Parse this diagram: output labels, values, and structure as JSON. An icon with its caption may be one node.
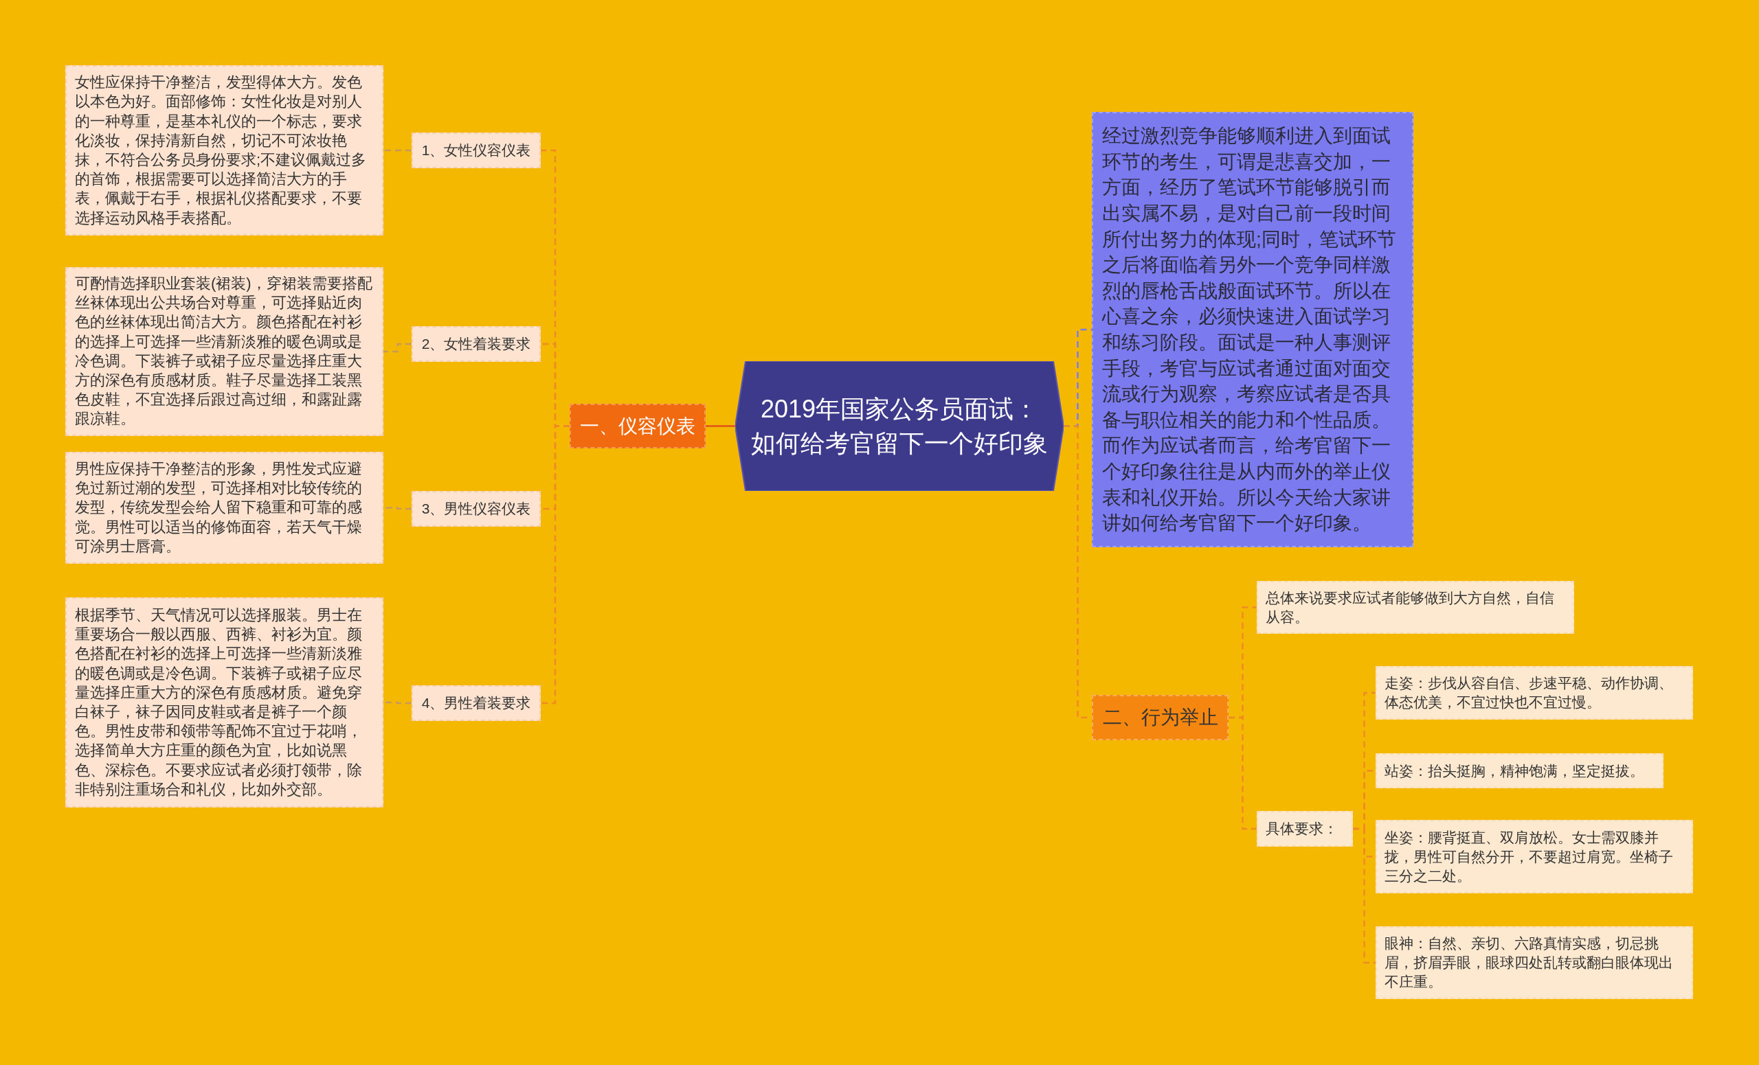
{
  "diagram": {
    "nodes": [
      {
        "text": [
          "2019年国家公务员面试：如何给考官留下一个好印象"
        ]
      },
      {
        "text": [
          "一、仪容仪表"
        ]
      },
      {
        "text": [
          "1、女性仪容仪表"
        ]
      },
      {
        "text": [
          "女性应保持干净整洁，发型得体大方。发色以本色为好。面部修饰：女性化妆是对别人的一种尊重，是基本礼仪的一个标志，要求化淡妆，保持清新自然，切记不可浓妆艳抹，不符合公务员身份要求;不建议佩戴过多的首饰，根据需要可以选择简洁大方的手表，佩戴于右手，根据礼仪搭配要求，不要选择运动风格手表搭配。"
        ]
      },
      {
        "text": [
          "2、女性着装要求"
        ]
      },
      {
        "text": [
          "可酌情选择职业套装(裙装)，穿裙装需要搭配丝袜体现出公共场合对尊重，可选择贴近肉色的丝袜体现出简洁大方。颜色搭配在衬衫的选择上可选择一些清新淡雅的暖色调或是冷色调。下装裤子或裙子应尽量选择庄重大方的深色有质感材质。鞋子尽量选择工装黑色皮鞋，不宜选择后跟过高过细，和露趾露跟凉鞋。"
        ]
      },
      {
        "text": [
          "3、男性仪容仪表"
        ]
      },
      {
        "text": [
          "男性应保持干净整洁的形象，男性发式应避免过新过潮的发型，可选择相对比较传统的发型，传统发型会给人留下稳重和可靠的感觉。男性可以适当的修饰面容，若天气干燥可涂男士唇膏。"
        ]
      },
      {
        "text": [
          "4、男性着装要求"
        ]
      },
      {
        "text": [
          "根据季节、天气情况可以选择服装。男士在重要场合一般以西服、西裤、衬衫为宜。颜色搭配在衬衫的选择上可选择一些清新淡雅的暖色调或是冷色调。下装裤子或裙子应尽量选择庄重大方的深色有质感材质。避免穿白袜子，袜子因同皮鞋或者是裤子一个颜色。男性皮带和领带等配饰不宜过于花哨，选择简单大方庄重的颜色为宜，比如说黑色、深棕色。不要求应试者必须打领带，除非特别注重场合和礼仪，比如外交部。"
        ]
      },
      {
        "text": [
          "经过激烈竞争能够顺利进入到面试环节的考生，可谓是悲喜交加，一方面，经历了笔试环节能够脱引而出实属不易，是对自己前一段时间所付出努力的体现;同时，笔试环节之后将面临着另外一个竞争同样激烈的唇枪舌战般面试环节。所以在心喜之余，必须快速进入面试学习和练习阶段。面试是一种人事测评手段，考官与应试者通过面对面交流或行为观察，考察应试者是否具备与职位相关的能力和个性品质。而作为应试者而言，给考官留下一个好印象往往是从内而外的举止仪表和礼仪开始。所以今天给大家讲讲如何给考官留下一个好印象。"
        ]
      },
      {
        "text": [
          "二、行为举止"
        ]
      },
      {
        "text": [
          "总体来说要求应试者能够做到大方自然，自信从容。"
        ]
      },
      {
        "text": [
          "具体要求："
        ]
      },
      {
        "text": [
          "走姿：步伐从容自信、步速平稳、动作协调、体态优美，不宜过快也不宜过慢。"
        ]
      },
      {
        "text": [
          "站姿：抬头挺胸，精神饱满，坚定挺拔。"
        ]
      },
      {
        "text": [
          "坐姿：腰背挺直、双肩放松。女士需双膝并拢，男性可自然分开，不要超过肩宽。坐椅子三分之二处。"
        ]
      },
      {
        "text": [
          "眼神：自然、亲切、六路真情实感，切忌挑眉，挤眉弄眼，眼球四处乱转或翻白眼体现出不庄重。"
        ]
      }
    ],
    "edges": [
      {
        "from": 0,
        "to": 1,
        "arrow": "none",
        "color": "#e0501a"
      },
      {
        "from": 1,
        "to": 2,
        "arrow": "none",
        "style": "dashed"
      },
      {
        "from": 2,
        "to": 3,
        "arrow": "none",
        "style": "dashed",
        "color": "#c89a5a"
      },
      {
        "from": 1,
        "to": 4,
        "arrow": "none",
        "style": "dashed"
      },
      {
        "from": 4,
        "to": 5,
        "arrow": "none",
        "style": "dashed",
        "color": "#c89a5a"
      },
      {
        "from": 1,
        "to": 6,
        "arrow": "none",
        "style": "dashed"
      },
      {
        "from": 6,
        "to": 7,
        "arrow": "none",
        "style": "dashed",
        "color": "#c89a5a"
      },
      {
        "from": 1,
        "to": 8,
        "arrow": "none",
        "style": "dashed"
      },
      {
        "from": 8,
        "to": 9,
        "arrow": "none",
        "style": "dashed",
        "color": "#c89a5a"
      },
      {
        "from": 0,
        "to": 10,
        "arrow": "none",
        "style": "dashed",
        "color": "#7b7bef"
      },
      {
        "from": 0,
        "to": 11,
        "arrow": "none",
        "style": "dashed"
      },
      {
        "from": 11,
        "to": 12,
        "arrow": "none",
        "style": "dashed"
      },
      {
        "from": 11,
        "to": 13,
        "arrow": "none",
        "style": "dashed"
      },
      {
        "from": 13,
        "to": 14,
        "arrow": "none",
        "style": "dashed"
      },
      {
        "from": 13,
        "to": 15,
        "arrow": "none",
        "style": "dashed"
      },
      {
        "from": 13,
        "to": 16,
        "arrow": "none",
        "style": "dashed"
      },
      {
        "from": 13,
        "to": 17,
        "arrow": "none",
        "style": "dashed"
      }
    ]
  }
}
